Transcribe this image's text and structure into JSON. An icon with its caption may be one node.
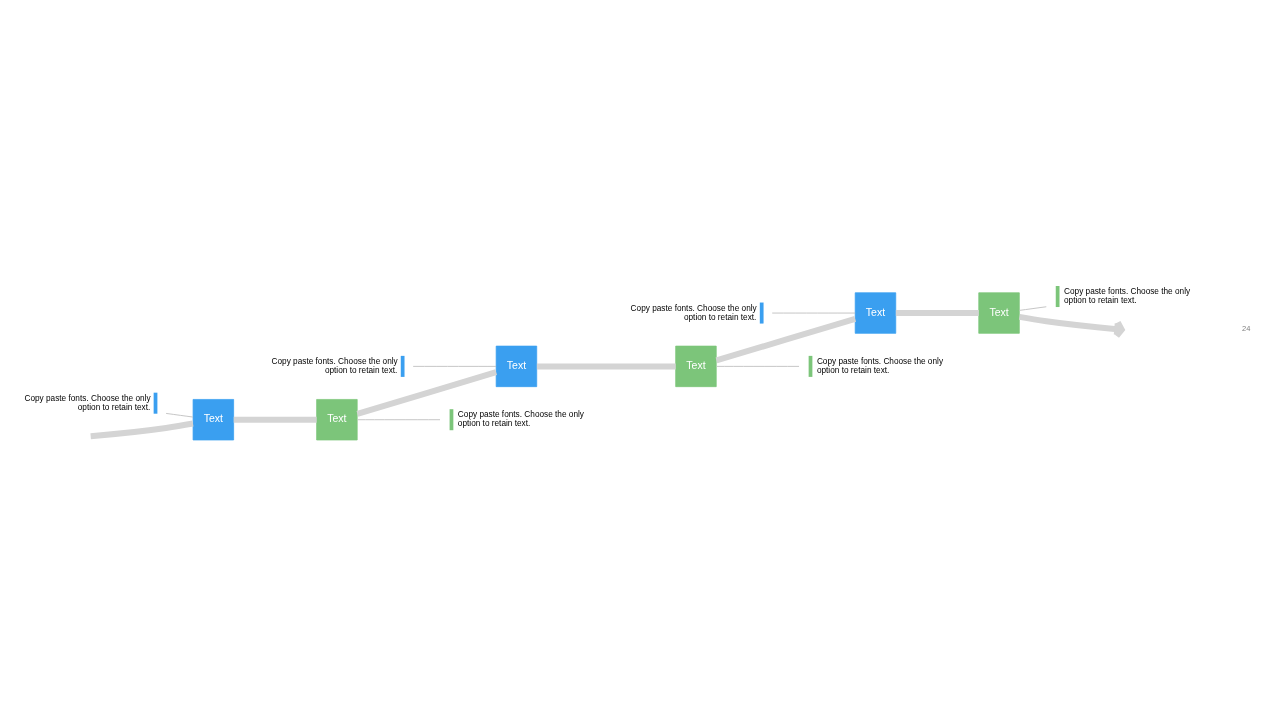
{
  "diagram": {
    "nodes": [
      {
        "text": [
          "Copy paste fonts. Choose the only option to retain text."
        ]
      },
      {
        "text": [
          "Text"
        ]
      },
      {
        "text": [
          "Text"
        ]
      },
      {
        "text": [
          "Copy paste fonts. Choose the only option to retain text."
        ]
      },
      {
        "text": [
          "Copy paste fonts. Choose the only option to retain text."
        ]
      },
      {
        "text": [
          "Text"
        ]
      },
      {
        "text": [
          "Text"
        ]
      },
      {
        "text": [
          "Copy paste fonts. Choose the only option to retain text."
        ]
      },
      {
        "text": [
          "Copy paste fonts. Choose the only option to retain text."
        ]
      },
      {
        "text": [
          "Text"
        ]
      },
      {
        "text": [
          "Text"
        ]
      },
      {
        "text": [
          "Copy paste fonts. Choose the only option to retain text."
        ]
      }
    ],
    "edges": [
      {
        "from": null,
        "to": 10,
        "arrow": "none"
      },
      {
        "from": 10,
        "to": 9,
        "arrow": "none"
      },
      {
        "from": 9,
        "to": 6,
        "arrow": "none"
      },
      {
        "from": 6,
        "to": 5,
        "arrow": "none"
      },
      {
        "from": 5,
        "to": 2,
        "arrow": "none"
      },
      {
        "from": 2,
        "to": 1,
        "arrow": "none"
      },
      {
        "from": 1,
        "to": null,
        "arrow": "to"
      },
      {
        "from": 0,
        "to": 2,
        "arrow": "none",
        "color": "#bfbfbf"
      },
      {
        "from": 1,
        "to": 3,
        "arrow": "none",
        "color": "#bfbfbf"
      },
      {
        "from": 4,
        "to": 6,
        "arrow": "none",
        "color": "#bfbfbf"
      },
      {
        "from": 5,
        "to": 7,
        "arrow": "none",
        "color": "#bfbfbf"
      },
      {
        "from": 8,
        "to": 10,
        "arrow": "none",
        "color": "#bfbfbf"
      },
      {
        "from": 9,
        "to": 11,
        "arrow": "none",
        "color": "#bfbfbf"
      }
    ],
    "labels": [
      "24"
    ]
  }
}
